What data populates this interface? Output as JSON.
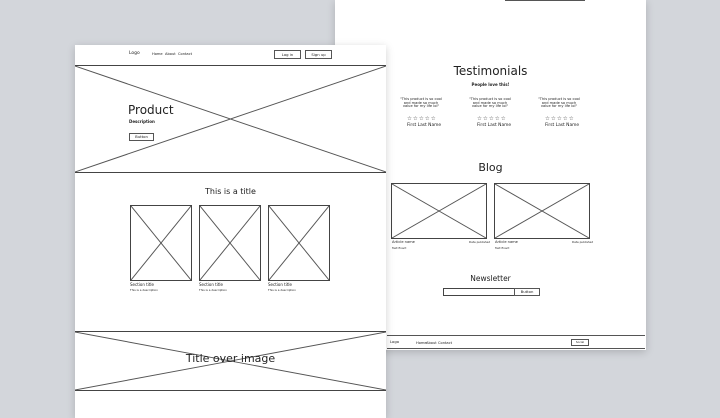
{
  "colors": {
    "background": "#d3d6db",
    "sheet": "#ffffff",
    "stroke": "#444444"
  },
  "front": {
    "header": {
      "logo": "Logo",
      "nav": [
        "Home",
        "About",
        "Contact"
      ],
      "buttons": [
        "Log in",
        "Sign up"
      ]
    },
    "hero": {
      "title": "Product",
      "description": "Description",
      "button": "Button"
    },
    "section": {
      "title": "This is a title",
      "cards": [
        {
          "title": "Section title",
          "text": "This is a description"
        },
        {
          "title": "Section title",
          "text": "This is a description"
        },
        {
          "title": "Section title",
          "text": "This is a description"
        }
      ]
    },
    "banner": {
      "title": "Title over image"
    }
  },
  "back": {
    "testimonials": {
      "title": "Testimonials",
      "subtitle": "People love this!",
      "quote": "\"This product is so cool and made so much value for my life lol\"",
      "items": [
        {
          "name": "First Last Name",
          "stars": "☆☆☆☆☆"
        },
        {
          "name": "First Last Name",
          "stars": "☆☆☆☆☆"
        },
        {
          "name": "First Last Name",
          "stars": "☆☆☆☆☆"
        }
      ]
    },
    "blog": {
      "title": "Blog",
      "posts": [
        {
          "name": "Article name",
          "date": "Date published",
          "author": "Text Exact"
        },
        {
          "name": "Article name",
          "date": "Date published",
          "author": "Text Exact"
        }
      ]
    },
    "newsletter": {
      "title": "Newsletter",
      "placeholder": "",
      "button": "Button"
    },
    "footer": {
      "logo": "Logo",
      "nav": [
        "Home",
        "About",
        "Contact"
      ],
      "button": "Social"
    }
  }
}
